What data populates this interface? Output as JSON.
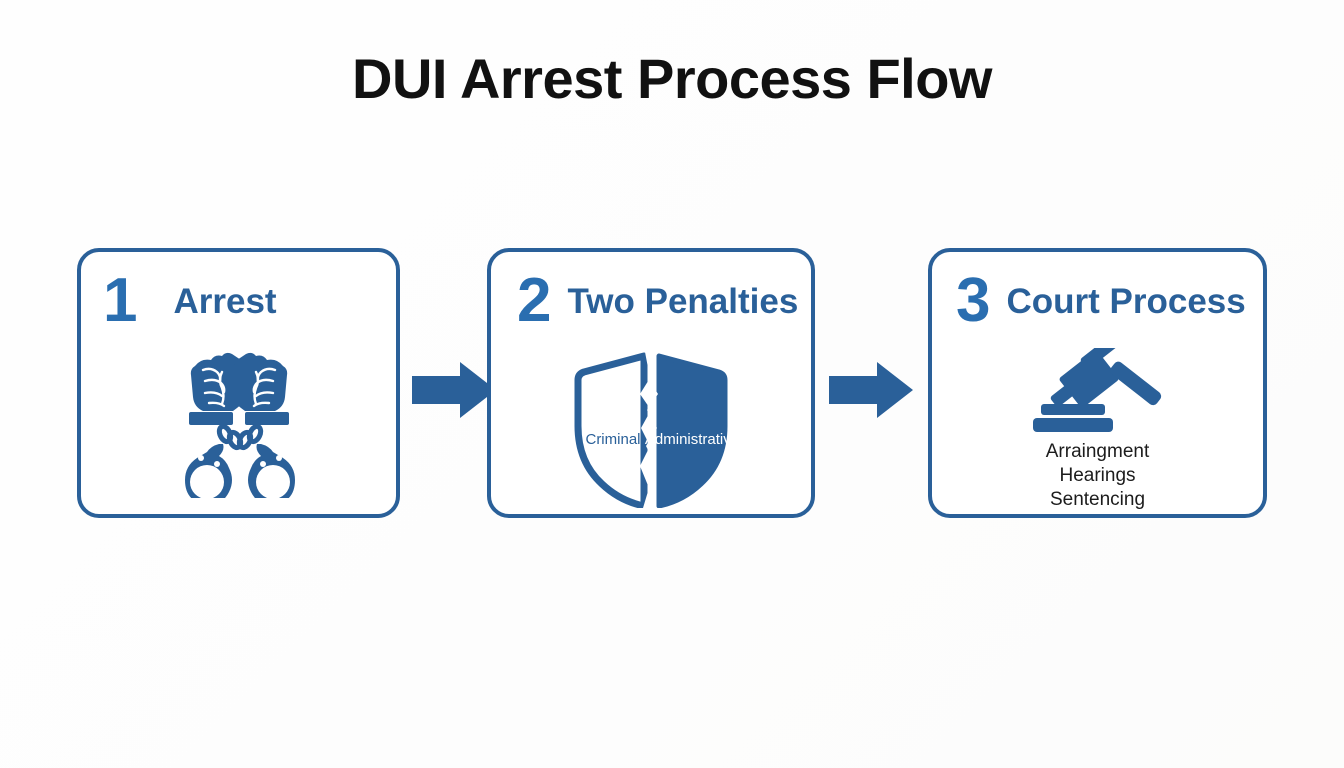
{
  "slide": {
    "title": "DUI Arrest Process Flow",
    "background_color": "#ffffff",
    "accent_color": "#2a6099",
    "number_color": "#2a6eb0",
    "text_color": "#1c1c1c"
  },
  "steps": [
    {
      "number": "1",
      "label": "Arrest",
      "icon": "handcuffed-fists-icon"
    },
    {
      "number": "2",
      "label": "Two Penalties",
      "icon": "cracked-shield-icon",
      "shield": {
        "left_label": "Criminal",
        "right_label": "Administrative"
      }
    },
    {
      "number": "3",
      "label": "Court Process",
      "icon": "gavel-icon",
      "items": [
        "Arraingment",
        "Hearings",
        "Sentencing"
      ]
    }
  ],
  "connectors": [
    {
      "name": "arrow-1",
      "direction": "right"
    },
    {
      "name": "arrow-2",
      "direction": "right"
    }
  ]
}
